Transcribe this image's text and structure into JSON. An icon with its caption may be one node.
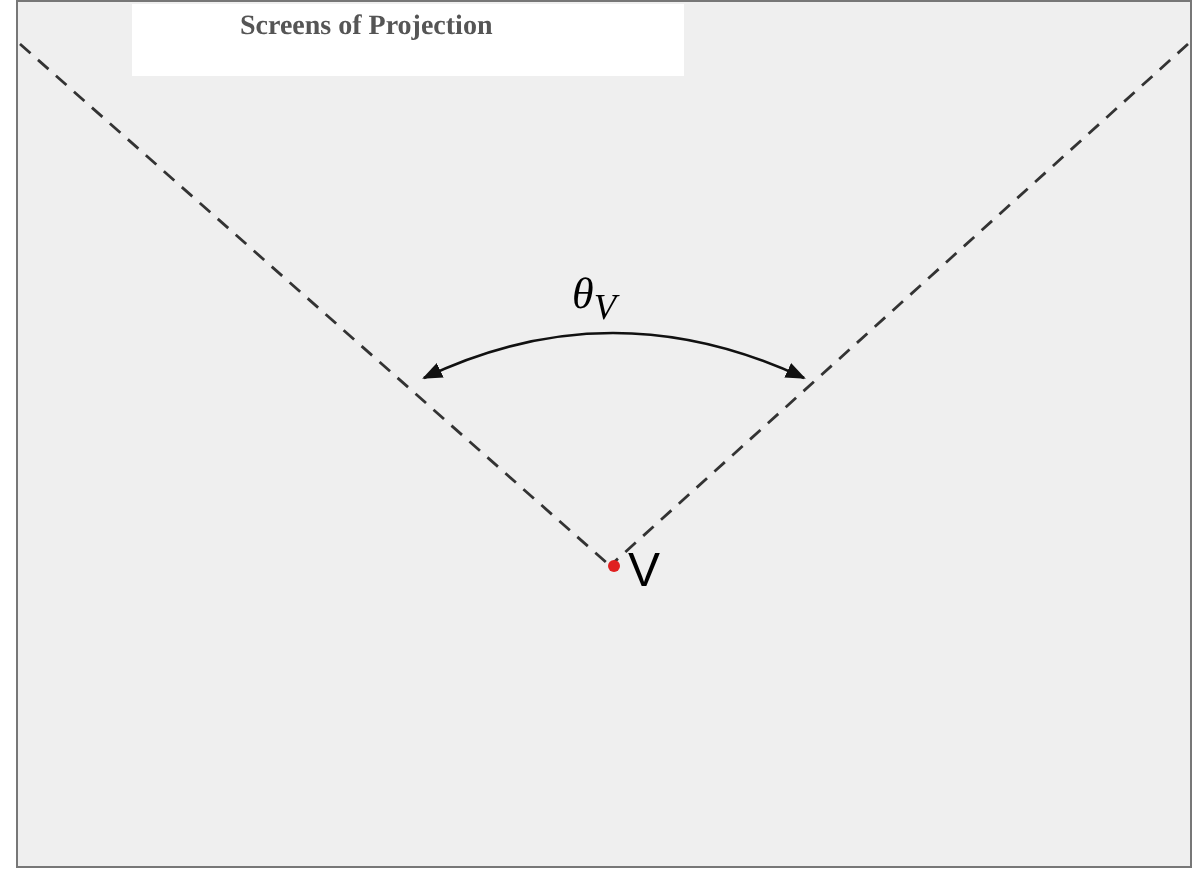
{
  "diagram": {
    "title": "Screens of Projection",
    "labels": [
      "θ$_{V}$",
      "V"
    ]
  }
}
